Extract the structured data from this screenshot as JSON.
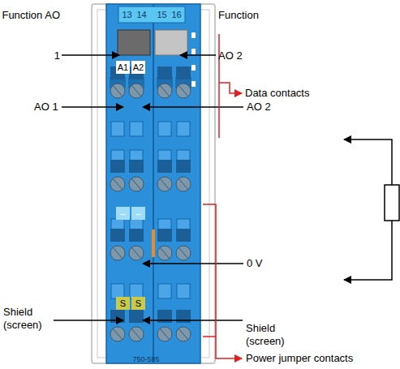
{
  "diagram": {
    "labels": [
      "Function AO 1",
      "13",
      "14",
      "15",
      "16",
      "Function AO 2",
      "A1",
      "A2",
      "Data contacts",
      "AO 1",
      "AO 2",
      "–",
      "–",
      "0 V",
      "S",
      "S",
      "Shield (screen)",
      "Shield (screen)",
      "750-585",
      "Power jumper contacts"
    ]
  }
}
